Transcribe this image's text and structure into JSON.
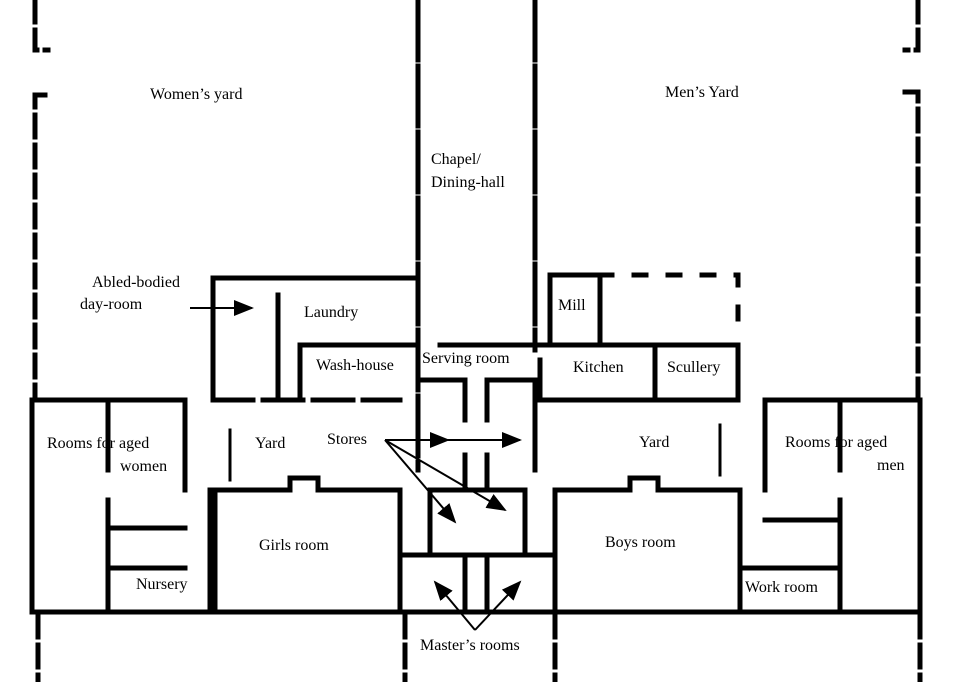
{
  "labels": {
    "womens_yard": "Women’s yard",
    "mens_yard": "Men’s Yard",
    "chapel_1": "Chapel/",
    "chapel_2": "Dining-hall",
    "daybody_1": "Abled-bodied",
    "daybody_2": "day-room",
    "laundry": "Laundry",
    "mill": "Mill",
    "wash_house": "Wash-house",
    "serving_room": "Serving room",
    "kitchen": "Kitchen",
    "scullery": "Scullery",
    "aged_women_1": "Rooms for aged",
    "aged_women_2": "women",
    "yard_left": "Yard",
    "stores": "Stores",
    "yard_right": "Yard",
    "aged_men_1": "Rooms for aged",
    "aged_men_2": "men",
    "girls_room": "Girls room",
    "boys_room": "Boys room",
    "nursery": "Nursery",
    "work_room": "Work room",
    "masters_rooms": "Master’s rooms"
  }
}
